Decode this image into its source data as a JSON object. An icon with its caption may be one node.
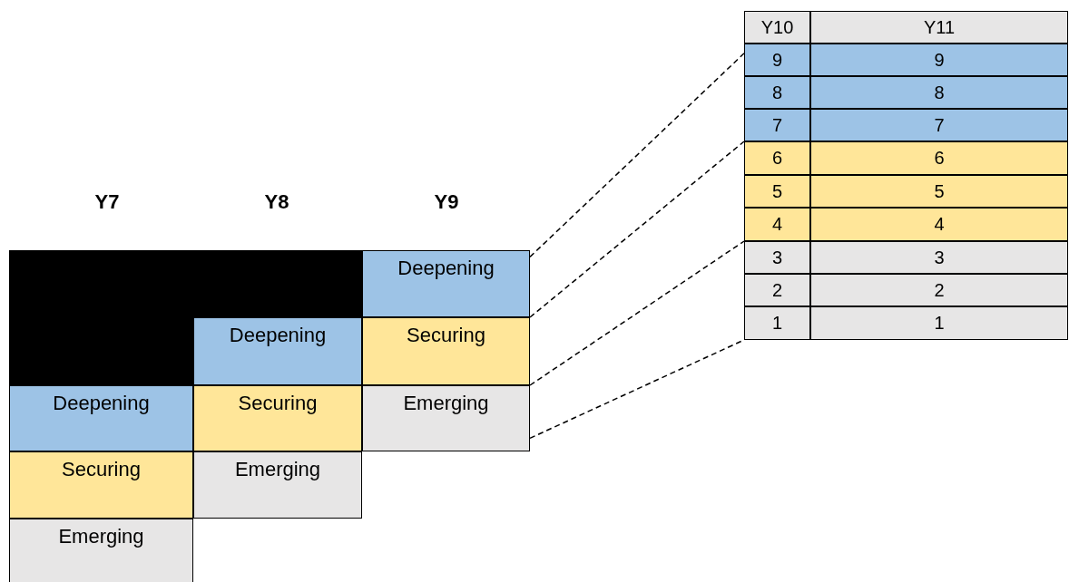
{
  "diagram": {
    "nodes": [
      {
        "text": [],
        "shape": "box"
      },
      {
        "text": [],
        "shape": "box"
      },
      {
        "text": [
          "Deepening"
        ]
      },
      {
        "text": [
          "Deepening"
        ]
      },
      {
        "text": [
          "Securing"
        ]
      },
      {
        "text": [
          "Deepening"
        ]
      },
      {
        "text": [
          "Securing"
        ]
      },
      {
        "text": [
          "Emerging"
        ]
      },
      {
        "text": [
          "Securing"
        ]
      },
      {
        "text": [
          "Emerging"
        ]
      },
      {
        "text": [
          "Emerging"
        ]
      },
      {
        "text": [
          "Y10"
        ]
      },
      {
        "text": [
          "Y11"
        ]
      },
      {
        "text": [
          "9"
        ]
      },
      {
        "text": [
          "9"
        ]
      },
      {
        "text": [
          "8"
        ]
      },
      {
        "text": [
          "8"
        ]
      },
      {
        "text": [
          "7"
        ]
      },
      {
        "text": [
          "7"
        ]
      },
      {
        "text": [
          "6"
        ]
      },
      {
        "text": [
          "6"
        ]
      },
      {
        "text": [
          "5"
        ]
      },
      {
        "text": [
          "5"
        ]
      },
      {
        "text": [
          "4"
        ]
      },
      {
        "text": [
          "4"
        ]
      },
      {
        "text": [
          "3"
        ]
      },
      {
        "text": [
          "3"
        ]
      },
      {
        "text": [
          "2"
        ]
      },
      {
        "text": [
          "2"
        ]
      },
      {
        "text": [
          "1"
        ]
      },
      {
        "text": [
          "1"
        ]
      }
    ],
    "edges": [
      {
        "from": 2,
        "to": 13,
        "arrow": "none",
        "style": "dashed"
      },
      {
        "from": 2,
        "to": 17,
        "arrow": "none",
        "style": "dashed"
      },
      {
        "from": 4,
        "to": 23,
        "arrow": "none",
        "style": "dashed"
      },
      {
        "from": 7,
        "to": 29,
        "arrow": "none",
        "style": "dashed"
      }
    ],
    "labels": [
      "Y7",
      "Y8",
      "Y9"
    ]
  }
}
